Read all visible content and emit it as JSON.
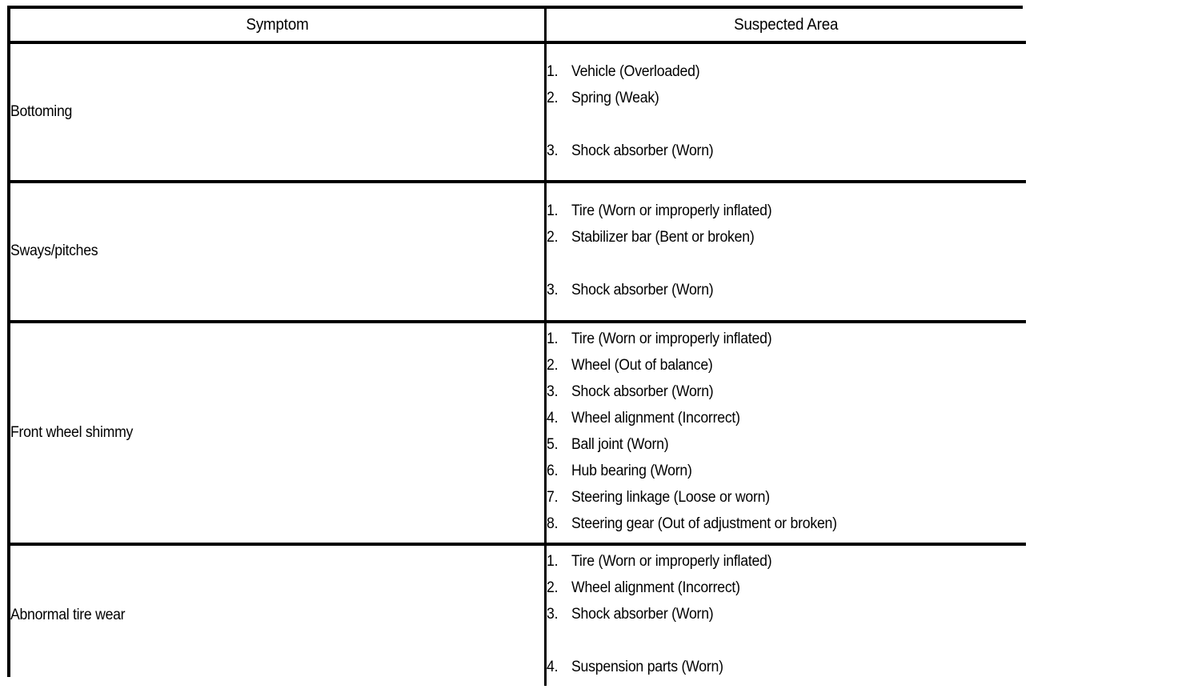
{
  "document": {
    "type": "troubleshooting-table",
    "columns": [
      "Symptom",
      "Suspected Area"
    ]
  },
  "table": {
    "header": {
      "symptom": "Symptom",
      "suspected_area": "Suspected Area"
    },
    "rows": [
      {
        "symptom": "Bottoming",
        "items": [
          {
            "num": "1.",
            "text": "Vehicle (Overloaded)",
            "gap_before": false
          },
          {
            "num": "2.",
            "text": "Spring (Weak)",
            "gap_before": false
          },
          {
            "num": "3.",
            "text": "Shock absorber (Worn)",
            "gap_before": true
          }
        ]
      },
      {
        "symptom": "Sways/pitches",
        "items": [
          {
            "num": "1.",
            "text": "Tire (Worn or improperly inflated)",
            "gap_before": false
          },
          {
            "num": "2.",
            "text": "Stabilizer bar (Bent or broken)",
            "gap_before": false
          },
          {
            "num": "3.",
            "text": "Shock absorber (Worn)",
            "gap_before": true
          }
        ]
      },
      {
        "symptom": "Front wheel shimmy",
        "items": [
          {
            "num": "1.",
            "text": "Tire (Worn or improperly inflated)",
            "gap_before": false
          },
          {
            "num": "2.",
            "text": "Wheel (Out of balance)",
            "gap_before": false
          },
          {
            "num": "3.",
            "text": "Shock absorber (Worn)",
            "gap_before": false
          },
          {
            "num": "4.",
            "text": "Wheel alignment (Incorrect)",
            "gap_before": false
          },
          {
            "num": "5.",
            "text": "Ball joint (Worn)",
            "gap_before": false
          },
          {
            "num": "6.",
            "text": "Hub bearing (Worn)",
            "gap_before": false
          },
          {
            "num": "7.",
            "text": "Steering linkage (Loose or worn)",
            "gap_before": false
          },
          {
            "num": "8.",
            "text": "Steering gear (Out of adjustment or broken)",
            "gap_before": false
          }
        ]
      },
      {
        "symptom": "Abnormal tire wear",
        "items": [
          {
            "num": "1.",
            "text": "Tire (Worn or improperly inflated)",
            "gap_before": false
          },
          {
            "num": "2.",
            "text": "Wheel alignment (Incorrect)",
            "gap_before": false
          },
          {
            "num": "3.",
            "text": "Shock absorber (Worn)",
            "gap_before": false
          },
          {
            "num": "4.",
            "text": "Suspension parts (Worn)",
            "gap_before": true
          }
        ]
      }
    ]
  },
  "colors": {
    "ink": "#000000",
    "paper": "#ffffff"
  }
}
